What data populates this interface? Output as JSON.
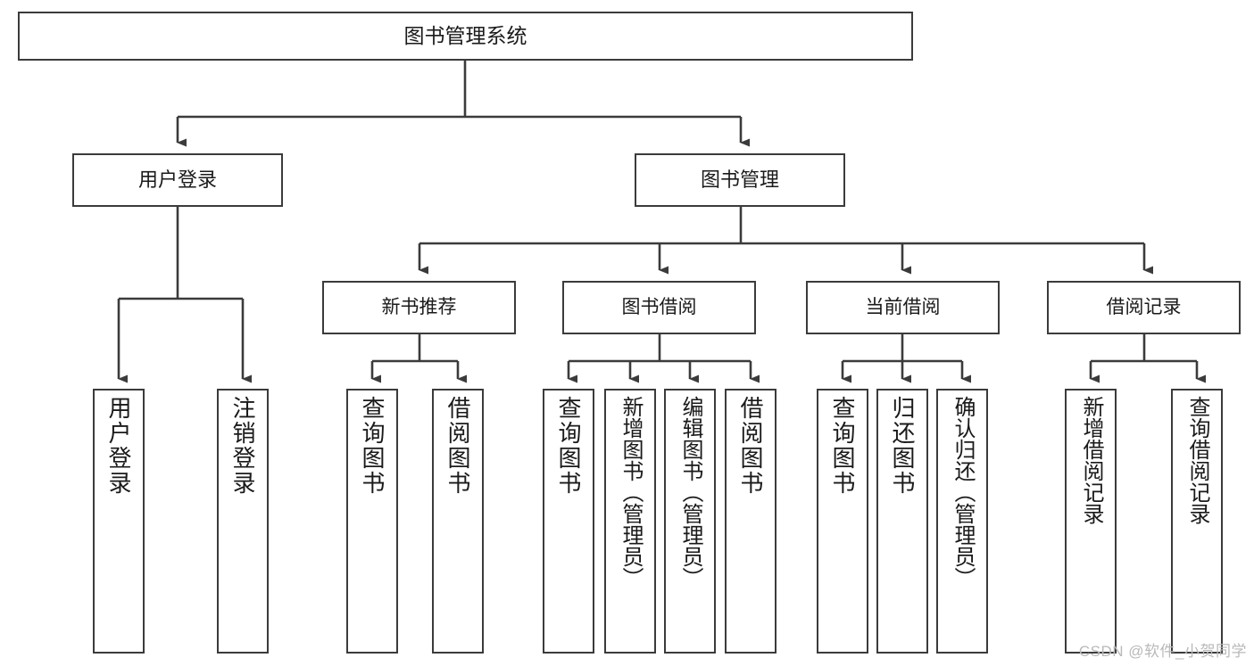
{
  "diagram": {
    "title": "图书管理系统",
    "type": "tree",
    "watermark": "CSDN @软件_小贺同学",
    "colors": {
      "border": "#3b3b3b",
      "background": "#ffffff",
      "text": "#1a1a1a",
      "connector": "#3b3b3b",
      "watermark": "#b9b9b9"
    },
    "root": {
      "label": "图书管理系统"
    },
    "level2": [
      {
        "label": "用户登录"
      },
      {
        "label": "图书管理"
      }
    ],
    "level3": [
      {
        "label": "新书推荐"
      },
      {
        "label": "图书借阅"
      },
      {
        "label": "当前借阅"
      },
      {
        "label": "借阅记录"
      }
    ],
    "leaves": {
      "user_login": [
        {
          "label": "用户登录"
        },
        {
          "label": "注销登录"
        }
      ],
      "new_book_recommend": [
        {
          "label": "查询图书"
        },
        {
          "label": "借阅图书"
        }
      ],
      "book_borrow": [
        {
          "label": "查询图书"
        },
        {
          "label": "新增图书（管理员）"
        },
        {
          "label": "编辑图书（管理员）"
        },
        {
          "label": "借阅图书"
        }
      ],
      "current_borrow": [
        {
          "label": "查询图书"
        },
        {
          "label": "归还图书"
        },
        {
          "label": "确认归还（管理员）"
        }
      ],
      "borrow_record": [
        {
          "label": "新增借阅记录"
        },
        {
          "label": "查询借阅记录"
        }
      ]
    }
  }
}
